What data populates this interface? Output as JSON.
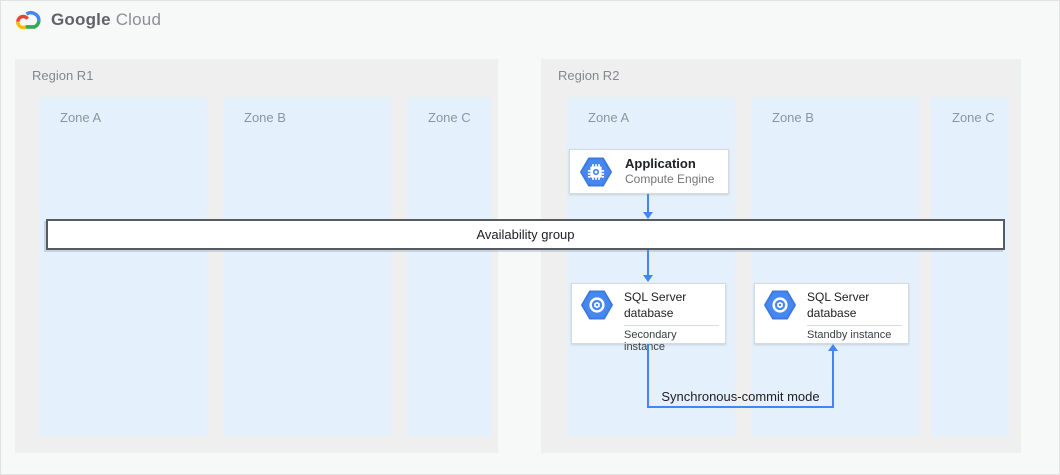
{
  "brand": {
    "name_primary": "Google",
    "name_secondary": "Cloud"
  },
  "regions": [
    {
      "label": "Region R1",
      "zones": [
        {
          "label": "Zone A"
        },
        {
          "label": "Zone B"
        },
        {
          "label": "Zone C"
        }
      ]
    },
    {
      "label": "Region R2",
      "zones": [
        {
          "label": "Zone A"
        },
        {
          "label": "Zone B"
        },
        {
          "label": "Zone C"
        }
      ]
    }
  ],
  "availability_group": {
    "label": "Availability group"
  },
  "cards": {
    "application": {
      "title": "Application",
      "subtitle": "Compute Engine",
      "icon": "compute-engine-icon"
    },
    "sql_secondary": {
      "title": "SQL Server database",
      "instance": "Secondary instance",
      "icon": "sql-server-database-icon"
    },
    "sql_standby": {
      "title": "SQL Server database",
      "instance": "Standby instance",
      "icon": "sql-server-database-icon"
    }
  },
  "connections": {
    "sync_commit_label": "Synchronous-commit mode"
  },
  "colors": {
    "page_background": "#F7F8F8",
    "region_fill": "#EFEFEF",
    "zone_fill": "#E4F1FC",
    "band_border": "#565B61",
    "arrow_blue": "#4285F4",
    "icon_blue": "#4787F2",
    "logo_blue": "#4285F4",
    "logo_red": "#EA4335",
    "logo_yellow": "#FBBC05",
    "logo_green": "#34A853"
  }
}
